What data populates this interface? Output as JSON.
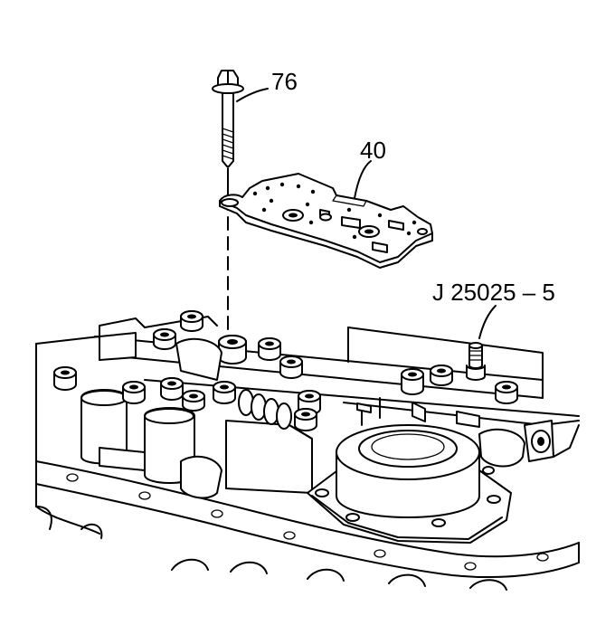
{
  "callouts": {
    "bolt": "76",
    "plate": "40",
    "tool": "J 25025 – 5"
  },
  "colors": {
    "line": "#000000",
    "background": "#ffffff"
  }
}
